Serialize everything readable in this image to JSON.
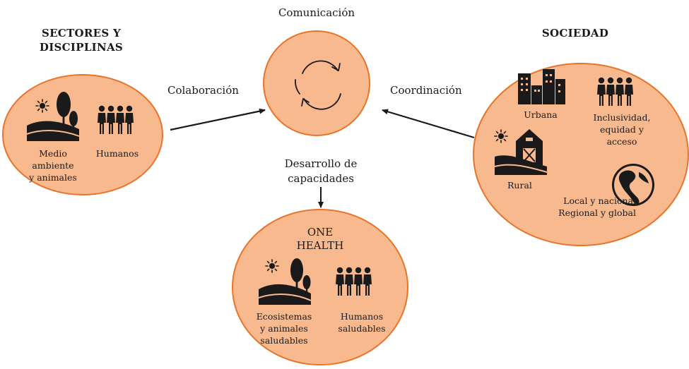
{
  "top_label": "Comunicación",
  "left_group": {
    "title_line1": "SECTORES Y",
    "title_line2": "DISCIPLINAS",
    "env_line1": "Medio",
    "env_line2": "ambiente",
    "env_line3": "y animales",
    "humans": "Humanos"
  },
  "right_group": {
    "title": "SOCIEDAD",
    "urban": "Urbana",
    "inclusion_line1": "Inclusividad,",
    "inclusion_line2": "equidad y",
    "inclusion_line3": "acceso",
    "rural": "Rural",
    "scope_line1": "Local y nacional",
    "scope_line2": "Regional y global"
  },
  "arrows": {
    "left": "Colaboración",
    "right": "Coordinación",
    "down_line1": "Desarrollo de",
    "down_line2": "capacidades"
  },
  "bottom_group": {
    "title_line1": "ONE",
    "title_line2": "HEALTH",
    "eco_line1": "Ecosistemas",
    "eco_line2": "y animales",
    "eco_line3": "saludables",
    "humans_line1": "Humanos",
    "humans_line2": "saludables"
  },
  "colors": {
    "circle_fill": "#f8b98f",
    "circle_stroke": "#e8742a",
    "icon": "#1a1a1a"
  },
  "icons": [
    "cycle-icon",
    "sun-icon",
    "trees-icon",
    "hills-icon",
    "people-icon",
    "buildings-icon",
    "barn-icon",
    "globe-icon"
  ]
}
